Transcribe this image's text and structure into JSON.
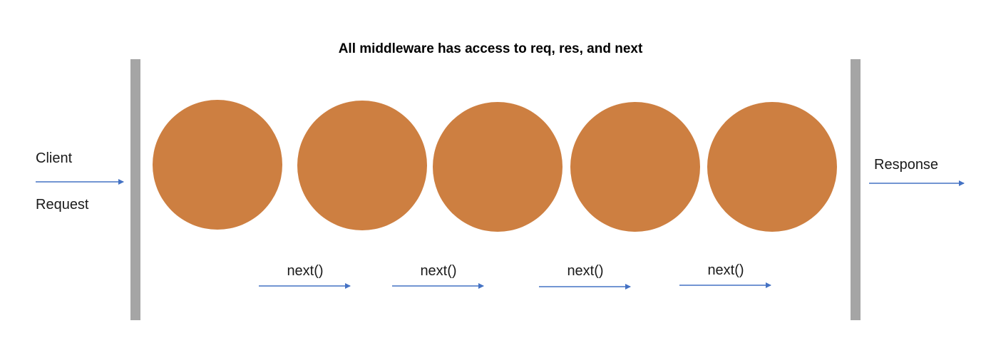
{
  "title": "All middleware has access to req, res, and next",
  "client_label": "Client",
  "request_label": "Request",
  "response_label": "Response",
  "middleware_count": 5,
  "next_labels": [
    "next()",
    "next()",
    "next()",
    "next()"
  ],
  "colors": {
    "middleware": "#CD7F41",
    "barrier": "#A5A5A5",
    "arrow": "#4472C4",
    "text": "#1a1a1a"
  }
}
